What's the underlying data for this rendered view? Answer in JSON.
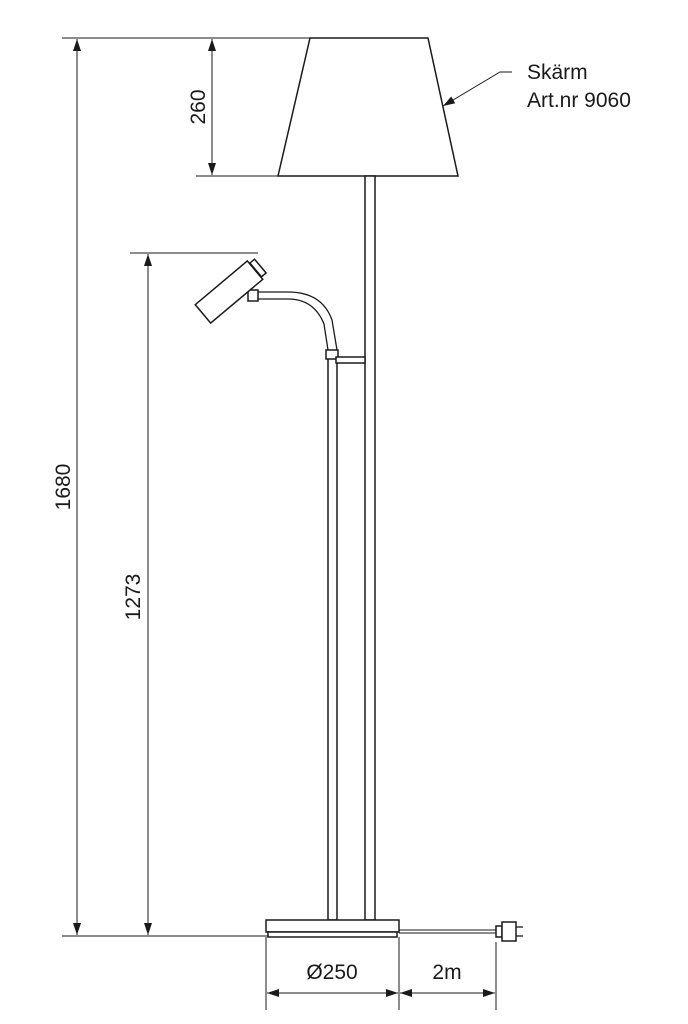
{
  "labels": {
    "shade_name": "Skärm",
    "shade_article": "Art.nr 9060"
  },
  "dimensions": {
    "total_height": "1680",
    "shade_height": "260",
    "reading_arm_height": "1273",
    "base_diameter": "Ø250",
    "cord_length": "2m"
  }
}
